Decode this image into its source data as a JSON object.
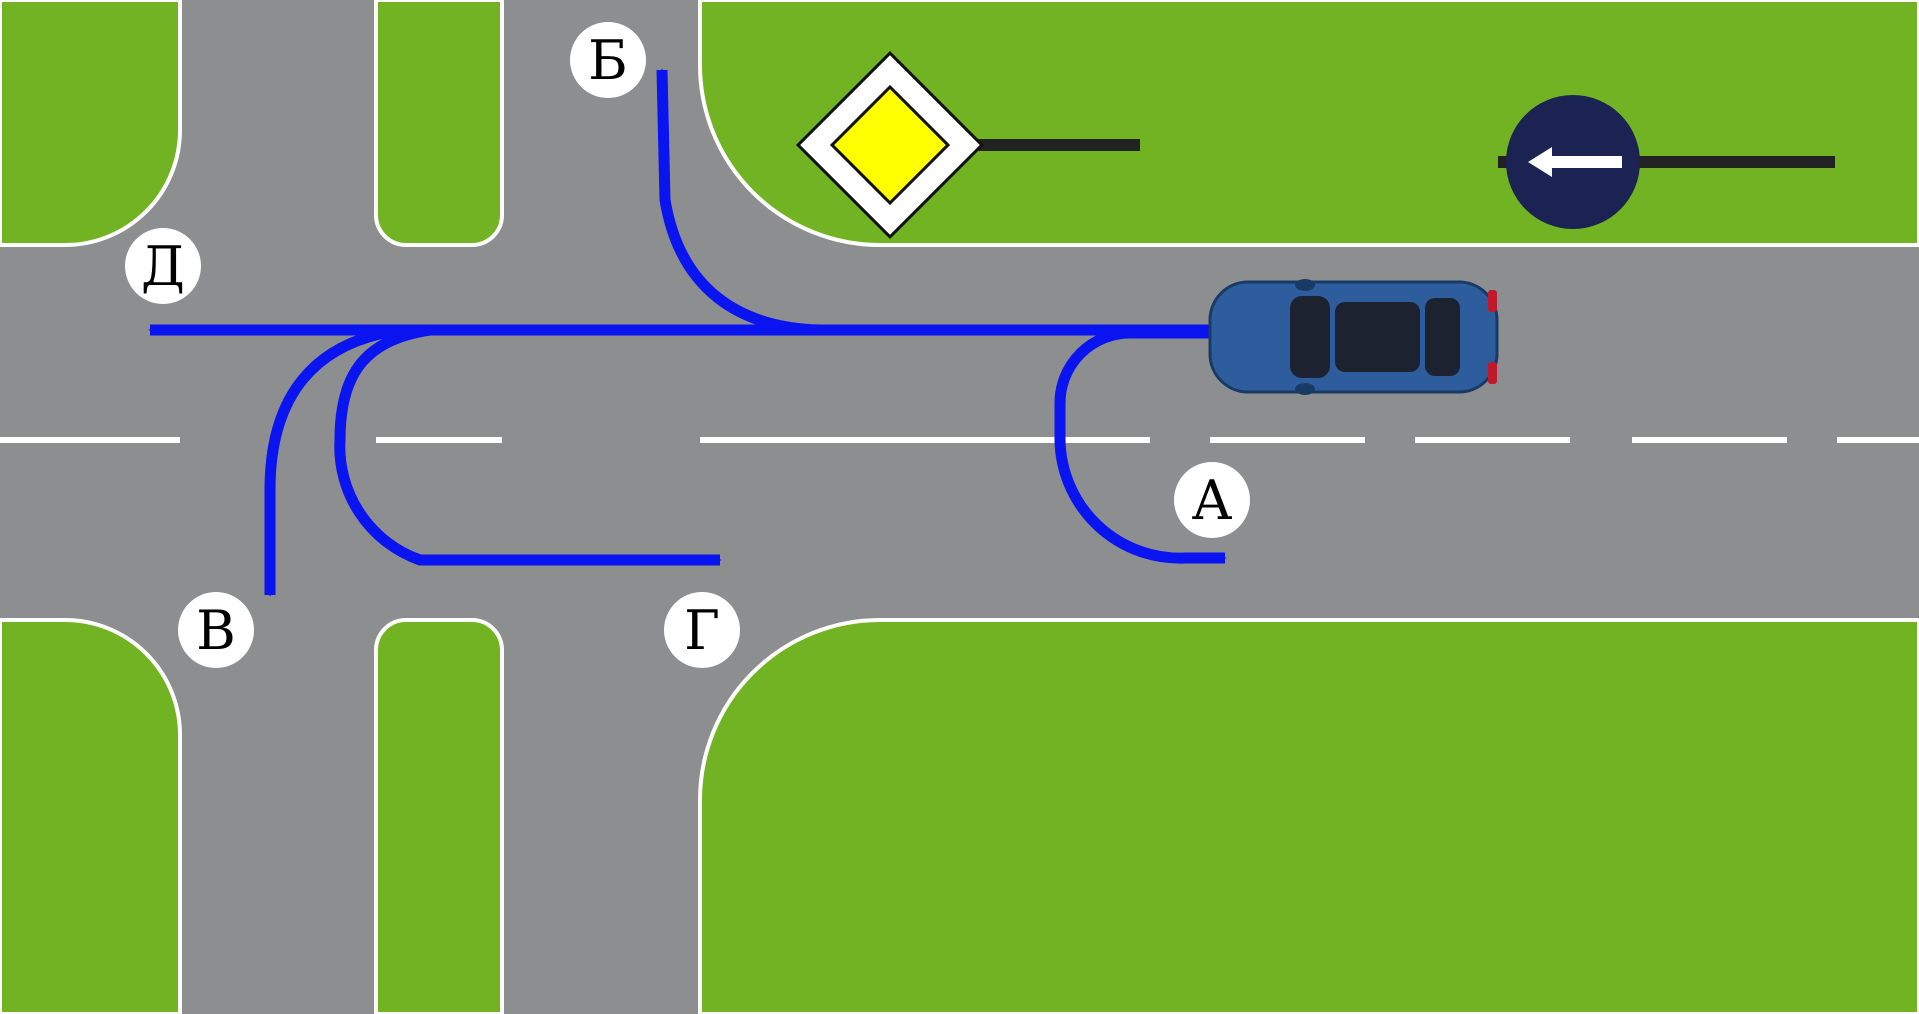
{
  "colors": {
    "grass": "#72B324",
    "road": "#8D8E90",
    "marking": "#FFFFFF",
    "route": "#0A14F0",
    "priority_sign_fill": "#FFFF00",
    "sign_blue": "#1A2352",
    "car_body": "#2D5D9C",
    "pole": "#222222"
  },
  "signs": [
    {
      "icon": "main-road-sign"
    },
    {
      "icon": "pass-on-the-left-sign"
    }
  ],
  "vehicle": {
    "icon": "blue-car-top-view"
  },
  "routes": [
    {
      "id": "a",
      "label": "А"
    },
    {
      "id": "b",
      "label": "Б"
    },
    {
      "id": "v",
      "label": "В"
    },
    {
      "id": "g",
      "label": "Г"
    },
    {
      "id": "d",
      "label": "Д"
    }
  ]
}
